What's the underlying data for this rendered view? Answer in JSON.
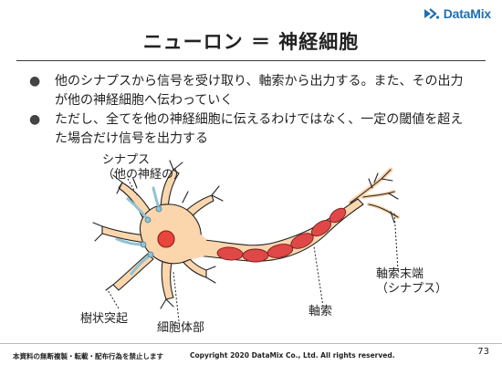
{
  "logo": {
    "text": "DataMix",
    "icon": "datamix-logo-icon"
  },
  "slide": {
    "title": "ニューロン ＝ 神経細胞",
    "bullets": [
      {
        "line1": "他のシナプスから信号を受け取り、軸索から出力する。また、その出力",
        "line2": "が他の神経細胞へ伝わっていく"
      },
      {
        "line1": "ただし、全てを他の神経細胞に伝えるわけではなく、一定の閾値を超え",
        "line2": "た場合だけ信号を出力する"
      }
    ],
    "bullet_glyph": "●"
  },
  "diagram": {
    "labels": {
      "synapse_line1": "シナプス",
      "synapse_line2": "（他の神経の）",
      "dendrite": "樹状突起",
      "cell_body": "細胞体部",
      "axon": "軸索",
      "terminal_line1": "軸索末端",
      "terminal_line2": "（シナプス）"
    },
    "colors": {
      "membrane_fill": "#fbd6ad",
      "nucleus": "#e8453c",
      "myelin": "#e04848",
      "synapse_blue": "#8fc3d4"
    }
  },
  "footer": {
    "left": "本資料の無断複製・転載・配布行為を禁止します",
    "copyright": "Copyright 2020 DataMix Co., Ltd. All rights reserved.",
    "page_number": "73"
  }
}
